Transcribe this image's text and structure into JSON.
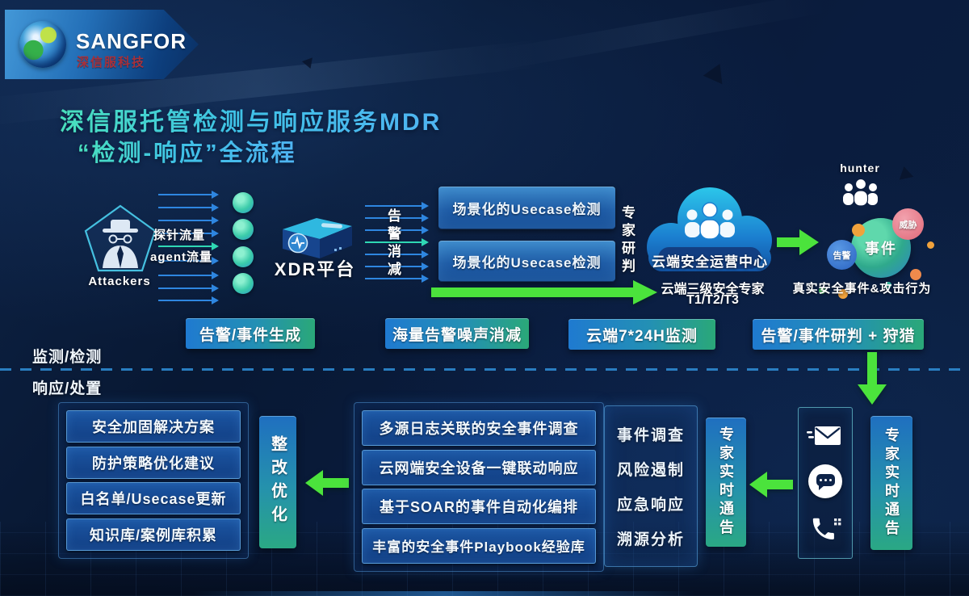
{
  "logo": {
    "brand": "SANGFOR",
    "subtitle": "深信服科技"
  },
  "title": {
    "line1": "深信服托管检测与响应服务MDR",
    "line2": "“检测-响应”全流程"
  },
  "flow": {
    "attackers_label": "Attackers",
    "probe_traffic_label": "探针流量",
    "agent_traffic_label": "agent流量",
    "xdr_label": "XDR平台",
    "alarm_reduction_label": "告警消减",
    "usecase_boxes": [
      "场景化的Usecase检测",
      "场景化的Usecase检测"
    ],
    "expert_judgment_label": "专家研判",
    "cloud_center_label": "云端安全运营中心",
    "cloud_experts_line1": "云端三级安全专家",
    "cloud_experts_line2": "T1/T2/T3",
    "hunter_label": "hunter",
    "bubbles": {
      "event": "事件",
      "alert": "告警",
      "threat": "威胁"
    },
    "real_events_label": "真实安全事件&攻击行为"
  },
  "stages": [
    "告警/事件生成",
    "海量告警噪声消减",
    "云端7*24H监测",
    "告警/事件研判 + 狩猎"
  ],
  "divider": {
    "monitor_label": "监测/检测",
    "response_label": "响应/处置"
  },
  "response": {
    "optimization_items": [
      "安全加固解决方案",
      "防护策略优化建议",
      "白名单/Usecase更新",
      "知识库/案例库积累"
    ],
    "rectification_label": "整改优化",
    "response_items": [
      "多源日志关联的安全事件调查",
      "云网端安全设备一键联动响应",
      "基于SOAR的事件自动化编排",
      "丰富的安全事件Playbook经验库"
    ],
    "incident_items": [
      "事件调查",
      "风险遏制",
      "应急响应",
      "溯源分析"
    ],
    "expert_notice_left": "专家实时通告",
    "expert_notice_right": "专家实时通告"
  },
  "icons": {
    "globe_icon": "sangfor-globe",
    "attacker_icon": "spy-in-pentagon",
    "xdr_icon": "xdr-appliance",
    "cloud_icon": "cloud-with-team",
    "hunter_icon": "expert-team",
    "mail_icon": "envelope",
    "chat_icon": "speech-bubble",
    "phone_icon": "handset"
  },
  "colors": {
    "background": "#0a1c3e",
    "accent_green": "#4be33c",
    "arrow_blue": "#2e86e0",
    "arrow_teal": "#2fd8b4",
    "stage_gradient_left": "#1f7ad0",
    "stage_gradient_right": "#2aa878",
    "panel_border": "#4a9ad8",
    "threat_red": "#e06878"
  }
}
